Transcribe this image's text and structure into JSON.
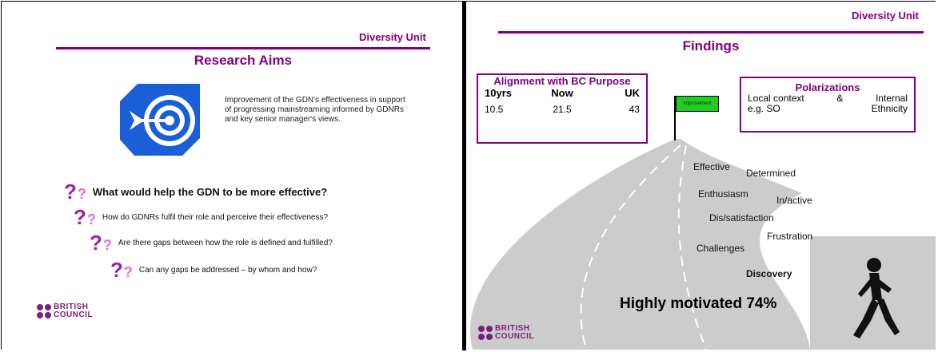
{
  "left_slide": {
    "unit_label": "Diversity Unit",
    "title": "Research Aims",
    "aims_text": "Improvement of the GDN's effectiveness in support of progressing mainstreaming informed by GDNRs and key senior manager's views.",
    "questions": [
      "What would help the GDN to be more effective?",
      "How do GDNRs fulfil their role and perceive their effectiveness?",
      "Are there gaps between how the role is defined and fulfilled?",
      "Can any gaps be addressed – by whom and how?"
    ],
    "logo": {
      "line1": "BRITISH",
      "line2": "COUNCIL"
    }
  },
  "right_slide": {
    "unit_label": "Diversity Unit",
    "title": "Findings",
    "alignment_box": {
      "title": "Alignment with BC Purpose",
      "headers": [
        "10yrs",
        "Now",
        "UK"
      ],
      "values": [
        "10.5",
        "21.5",
        "43"
      ]
    },
    "polarizations_box": {
      "title": "Polarizations",
      "row1_left": "Local context",
      "row1_mid": "&",
      "row1_right": "Internal",
      "row2_left": "e.g. SO",
      "row2_right": "Ethnicity"
    },
    "flag_label": "Improvement",
    "road_words": [
      "Effective",
      "Determined",
      "Enthusiasm",
      "In/active",
      "Dis/satisfaction",
      "Frustration",
      "Challenges",
      "Discovery"
    ],
    "motivated_text": "Highly motivated 74%",
    "logo": {
      "line1": "BRITISH",
      "line2": "COUNCIL"
    }
  },
  "colors": {
    "accent": "#800080",
    "target_blue": "#1a5fd6",
    "flag_green": "#22cc22",
    "road_grey": "#cccccc"
  }
}
